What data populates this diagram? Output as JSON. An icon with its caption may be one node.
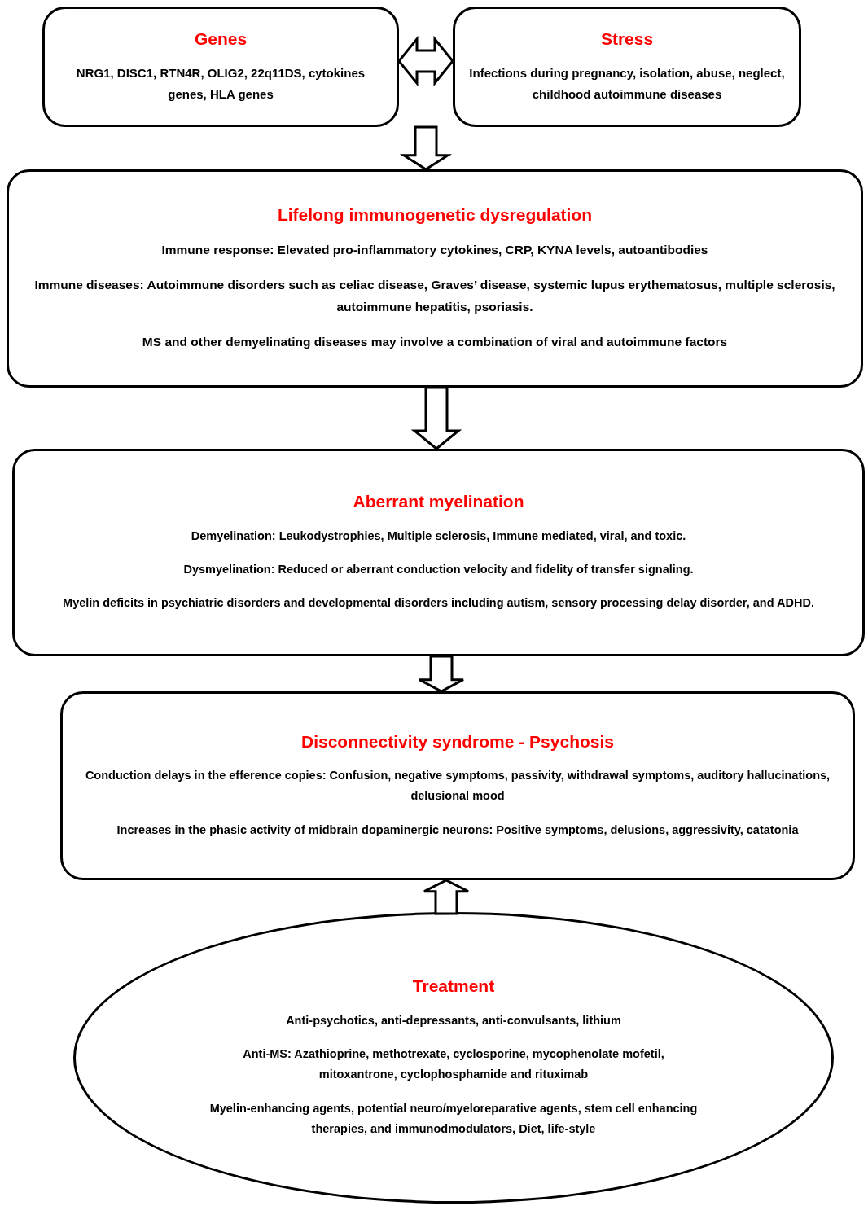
{
  "diagram": {
    "nodes": [
      {
        "text": [
          "Genes",
          "NRG1, DISC1, RTN4R, OLIG2, 22q11DS, cytokines genes, HLA genes"
        ]
      },
      {
        "text": [
          "Stress",
          "Infections during pregnancy, isolation, abuse, neglect, childhood autoimmune diseases"
        ]
      },
      {
        "text": [
          "Lifelong immunogenetic dysregulation",
          "Immune response: Elevated pro-inflammatory cytokines, CRP, KYNA levels, autoantibodies",
          "Immune diseases: Autoimmune disorders such as celiac disease, Graves’ disease, systemic lupus erythematosus, multiple sclerosis, autoimmune hepatitis, psoriasis.",
          "MS and other demyelinating diseases may involve a combination of viral and autoimmune factors"
        ]
      },
      {
        "text": [
          "Aberrant myelination",
          "Demyelination: Leukodystrophies, Multiple sclerosis, Immune mediated, viral, and toxic.",
          "Dysmyelination: Reduced or aberrant conduction velocity and fidelity of transfer signaling.",
          "Myelin deficits in psychiatric disorders and developmental disorders including autism, sensory processing delay disorder, and ADHD."
        ]
      },
      {
        "text": [
          "Disconnectivity syndrome - Psychosis",
          "Conduction delays in the efference copies: Confusion, negative symptoms, passivity, withdrawal symptoms, auditory hallucinations, delusional mood",
          "Increases in the phasic activity of midbrain dopaminergic neurons: Positive symptoms, delusions, aggressivity, catatonia"
        ]
      },
      {
        "text": [
          "Treatment",
          "Anti-psychotics, anti-depressants, anti-convulsants, lithium",
          "Anti-MS: Azathioprine, methotrexate, cyclosporine, mycophenolate mofetil, mitoxantrone, cyclophosphamide and rituximab",
          "Myelin-enhancing agents, potential neuro/myeloreparative agents, stem cell enhancing therapies, and immunodmodulators, Diet, life-style"
        ]
      }
    ],
    "edges": [
      {
        "from": 0,
        "to": 1,
        "arrow": "both"
      },
      {
        "from": 0,
        "to": 2,
        "arrow": "to"
      },
      {
        "from": 1,
        "to": 2,
        "arrow": "to"
      },
      {
        "from": 2,
        "to": 3,
        "arrow": "to"
      },
      {
        "from": 3,
        "to": 4,
        "arrow": "to"
      },
      {
        "from": 5,
        "to": 4,
        "arrow": "to"
      }
    ]
  }
}
